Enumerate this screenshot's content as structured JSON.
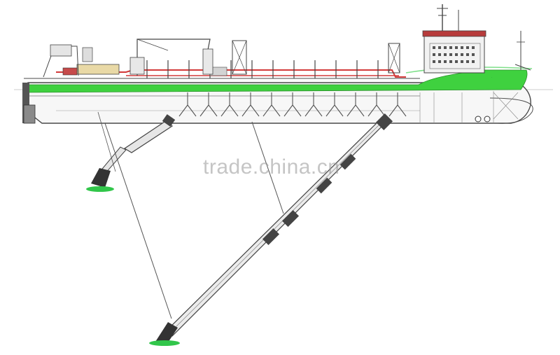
{
  "diagram": {
    "subject": "trailing suction hopper dredger side profile with two suction pipes lowered",
    "colors": {
      "hull_band": "#3fd13f",
      "hull_line": "#333333",
      "pipework": "#d23a3a",
      "deck_green_pipe": "#7fe08a",
      "drag_head_pad": "#31c64a",
      "outline": "#4a4a4a"
    },
    "watermark": "trade.china.cn",
    "ship_name_plate": "·",
    "pipes": [
      {
        "name": "forward-suction-pipe",
        "state": "lowered"
      },
      {
        "name": "aft-suction-pipe",
        "state": "lowered"
      }
    ]
  }
}
